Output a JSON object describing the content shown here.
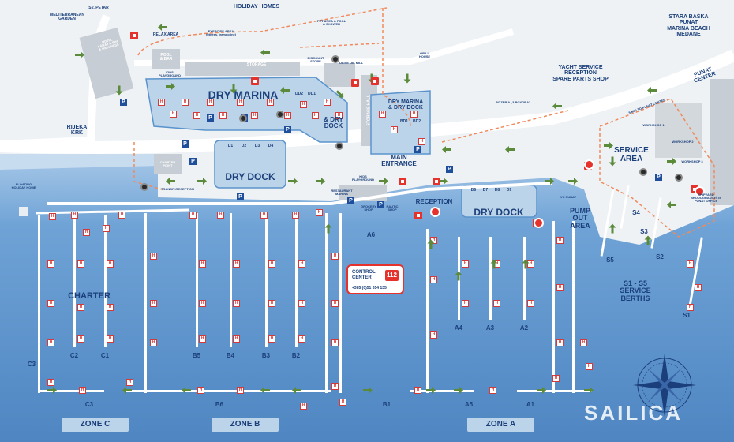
{
  "map": {
    "brand": "SAILICA",
    "areas": {
      "dry_marina": "DRY MARINA",
      "dry_dock_left": "DRY DOCK",
      "dry_dock_right": "DRY DOCK",
      "dry_marina_and_dry_dock_small": "& DRY\nDOCK",
      "dry_marina_and_dry_dock_right": "DRY MARINA\n& DRY DOCK",
      "charter": "CHARTER",
      "service_area": "SERVICE\nAREA",
      "pump_out_area": "PUMP\nOUT\nAREA",
      "service_berths": "S1 - S5\nSERVICE\nBERTHS",
      "main_entrance": "MAIN\nENTRANCE",
      "reception": "RECEPTION",
      "holiday_homes": "HOLIDAY HOMES"
    },
    "places": {
      "mediterranean_garden": "MEDITERRANEAN\nGARDEN",
      "sv_petar": "SV. PETAR",
      "hotel": "HOTEL\nKANAJ & SPA\n& WELLNESS",
      "relax_area": "RELAX AREA",
      "exercise_area": "EXERCISE AREA\n(fitness, trampoline)",
      "pet_area": "PET AREA & POOL\n& SHOWER",
      "grill_house": "GRILL\nHOUSE",
      "pool_bar": "POOL\n& BAR",
      "kids_playground_top": "KIDS\nPLAYGROUND",
      "storage": "STORAGE",
      "discount_store": "DISCOUNT\nSTORE",
      "olive_oil_mill": "OLIVE OIL MILL",
      "storage_hall": "STORAGE HALL",
      "charter_point": "CHARTER\nPOINT",
      "transit_reception": "TRANSIT-RECEPTION",
      "restaurant_marina": "RESTAURANT\nMARINA",
      "kids_playground_bottom": "KIDS\nPLAYGROUND",
      "grocery_shop": "GROCERY\nSHOP",
      "nautic_shop": "NAUTIC\nSHOP",
      "pizzeria": "PIZZERIA „3 BOYORA\"",
      "yacht_service": "YACHT SERVICE\nRECEPTION\nSPARE PARTS SHOP",
      "min_to_punat": "5 MIN TO PUNAT CENTER",
      "workshop1": "WORKSHOP 1",
      "workshop2": "WORKSHOP 2",
      "workshop3": "WORKSHOP 3",
      "vc_punat": "VC PUNAT",
      "shipyard": "SHIPYARD\nBRODOGRADILIŠTE\nPUNAT OFFICE",
      "floating_holiday_home": "FLOATING\nHOLIDAY HOME"
    },
    "destinations": {
      "rijeka_krk": "RIJEKA\nKRK",
      "stara_baska": "STARA BAŠKA\nPUNAT\nMARINA BEACH\nMEDANE",
      "punat_center": "PUNAT\nCENTER"
    },
    "control_center": {
      "title": "CONTROL\nCENTER",
      "badge": "112",
      "phone": "+385 (0)51 654 135"
    },
    "dock_labels": {
      "dm_top": [
        "DD2",
        "DD1"
      ],
      "dm_right": [
        "BD1",
        "BD2"
      ],
      "dd_left": [
        "D1",
        "D2",
        "D3",
        "D4"
      ],
      "dd_right": [
        "D6",
        "D7",
        "D8",
        "D9"
      ]
    },
    "piers": {
      "c3_side": "C3",
      "c2": "C2",
      "c1": "C1",
      "c3_bottom": "C3",
      "b5": "B5",
      "b4": "B4",
      "b3": "B3",
      "b2": "B2",
      "b6": "B6",
      "b1": "B1",
      "a6": "A6",
      "a5": "A5",
      "a4": "A4",
      "a3": "A3",
      "a2": "A2",
      "a1": "A1",
      "s1": "S1",
      "s2": "S2",
      "s3": "S3",
      "s4": "S4",
      "s5": "S5"
    },
    "zones": [
      "ZONE C",
      "ZONE B",
      "ZONE A"
    ],
    "colors": {
      "sea": "#5a93cc",
      "sea_light": "#c9dcee",
      "land": "#eef2f5",
      "road": "#ffffff",
      "dock_fill": "#bcd4ea",
      "dock_water": "#9cc0e4",
      "label": "#1b3f7a",
      "path": "#f08a5d",
      "marker_red": "#e5322d",
      "arrow_green": "#5a8a3a",
      "parking_blue": "#1f4f9a"
    },
    "icons": [
      "parking-icon",
      "restaurant-icon",
      "helipad-icon",
      "pump-icon",
      "crane-icon",
      "shower-icon",
      "compass-rose-icon",
      "walking-icon"
    ]
  }
}
